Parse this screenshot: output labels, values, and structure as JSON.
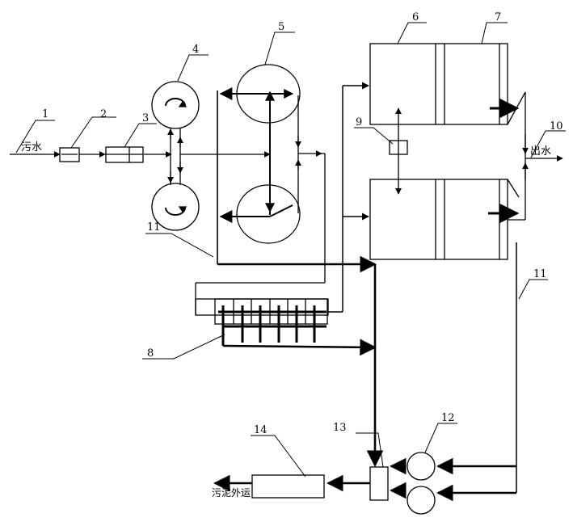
{
  "labels": {
    "l1": "1",
    "l2": "2",
    "l3": "3",
    "l4": "4",
    "l5": "5",
    "l6": "6",
    "l7": "7",
    "l8": "8",
    "l9": "9",
    "l10": "10",
    "l11a": "11",
    "l11b": "11",
    "l12": "12",
    "l13": "13",
    "l14": "14"
  },
  "texts": {
    "inlet": "污水",
    "outlet": "出水",
    "sludge": "污泥外运"
  }
}
